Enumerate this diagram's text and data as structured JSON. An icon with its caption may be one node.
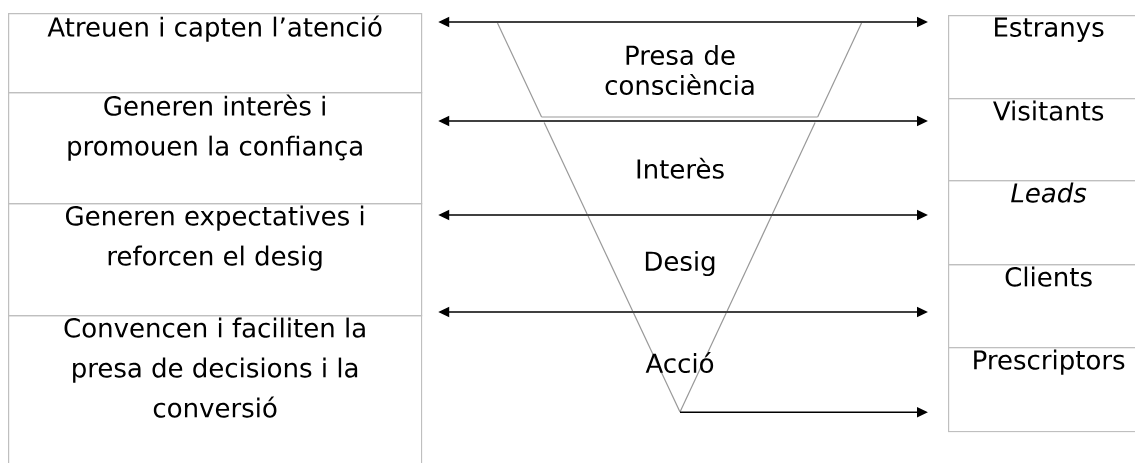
{
  "diagram": {
    "nodes": [
      {
        "text": [
          "Atreuen i capten l’atenció"
        ]
      },
      {
        "text": [
          "Generen interès i promouen la confiança"
        ]
      },
      {
        "text": [
          "Generen expectatives i reforcen el desig"
        ]
      },
      {
        "text": [
          "Convencen i faciliten la presa de decisions i la conversió"
        ]
      },
      {
        "text": [
          "Presa de consciència"
        ]
      },
      {
        "text": [
          "Interès"
        ]
      },
      {
        "text": [
          "Desig"
        ]
      },
      {
        "text": [
          "Acció"
        ]
      },
      {
        "text": [
          "Estranys"
        ]
      },
      {
        "text": [
          "Visitants"
        ]
      },
      {
        "text": [
          "Leads"
        ]
      },
      {
        "text": [
          "Clients"
        ]
      },
      {
        "text": [
          "Prescriptors"
        ]
      }
    ],
    "edges": [
      {
        "from": 0,
        "to": 8,
        "arrow": "both"
      },
      {
        "from": 1,
        "to": 9,
        "arrow": "both"
      },
      {
        "from": 2,
        "to": 10,
        "arrow": "both"
      },
      {
        "from": 3,
        "to": 11,
        "arrow": "both"
      },
      {
        "from": 7,
        "to": 12,
        "arrow": "to"
      }
    ]
  }
}
